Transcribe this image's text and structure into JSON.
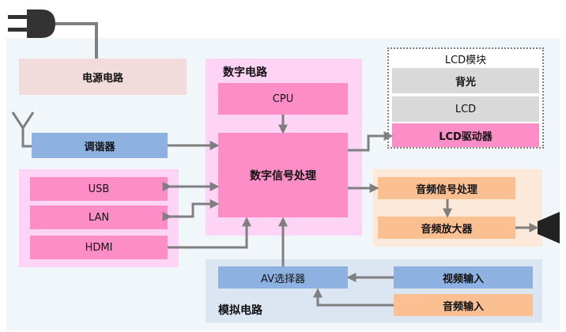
{
  "power": {
    "label": "电源电路"
  },
  "digital": {
    "title": "数字电路",
    "cpu": "CPU",
    "dsp": "数字信号处理"
  },
  "lcd": {
    "title": "LCD模块",
    "backlight": "背光",
    "panel": "LCD",
    "driver": "LCD驱动器"
  },
  "tuner": {
    "label": "调谐器"
  },
  "interfaces": {
    "usb": "USB",
    "lan": "LAN",
    "hdmi": "HDMI"
  },
  "audio": {
    "processing": "音频信号处理",
    "amplifier": "音频放大器"
  },
  "analog": {
    "title": "模拟电路",
    "av_selector": "AV选择器",
    "video_in": "视频输入",
    "audio_in": "音频输入"
  },
  "colors": {
    "pink_light": "#fdd3f6",
    "pink_block": "#fc8dc6",
    "blue_block": "#8db2e2",
    "orange_light": "#fde9d9",
    "orange_block": "#fbc091",
    "power_bg": "#f2dcdb",
    "analog_bg": "#dce6f2",
    "gray_block": "#d9d9d9",
    "arrow": "#7f7f7f"
  }
}
